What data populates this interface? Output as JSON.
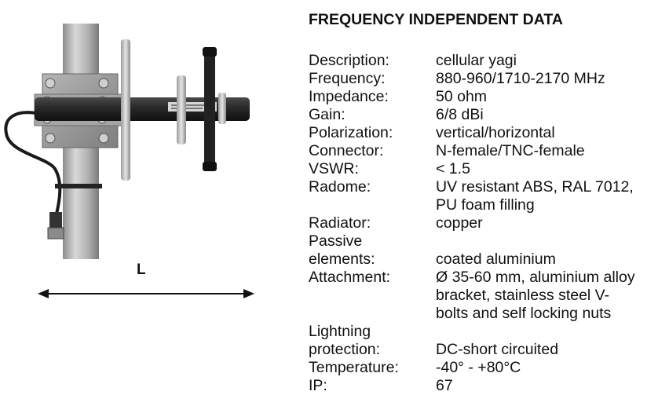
{
  "title": "FREQUENCY INDEPENDENT DATA",
  "dimension_label": "L",
  "specs": [
    {
      "label": "Description:",
      "value": "cellular yagi"
    },
    {
      "label": "Frequency:",
      "value": "880-960/1710-2170 MHz"
    },
    {
      "label": "Impedance:",
      "value": "50 ohm"
    },
    {
      "label": "Gain:",
      "value": "6/8 dBi"
    },
    {
      "label": "Polarization:",
      "value": "vertical/horizontal"
    },
    {
      "label": "Connector:",
      "value": "N-female/TNC-female"
    },
    {
      "label": "VSWR:",
      "value": "< 1.5"
    },
    {
      "label": "Radome:",
      "value": "UV resistant ABS, RAL 7012,\nPU foam filling"
    },
    {
      "label": "Radiator:",
      "value": "copper"
    },
    {
      "label": "Passive\nelements:",
      "value": "\ncoated aluminium"
    },
    {
      "label": "Attachment:",
      "value": "Ø 35-60 mm, aluminium alloy\nbracket, stainless steel V-\nbolts and self locking nuts"
    },
    {
      "label": "Lightning\nprotection:",
      "value": "\nDC-short circuited"
    },
    {
      "label": "Temperature:",
      "value": "-40° - +80°C"
    },
    {
      "label": "IP:",
      "value": "67"
    }
  ],
  "colors": {
    "mast": "#b8b8b8",
    "bracket": "#9a9a9a",
    "boom": "#2a2a2a",
    "element": "#c8c8c8",
    "cable": "#1a1a1a"
  }
}
